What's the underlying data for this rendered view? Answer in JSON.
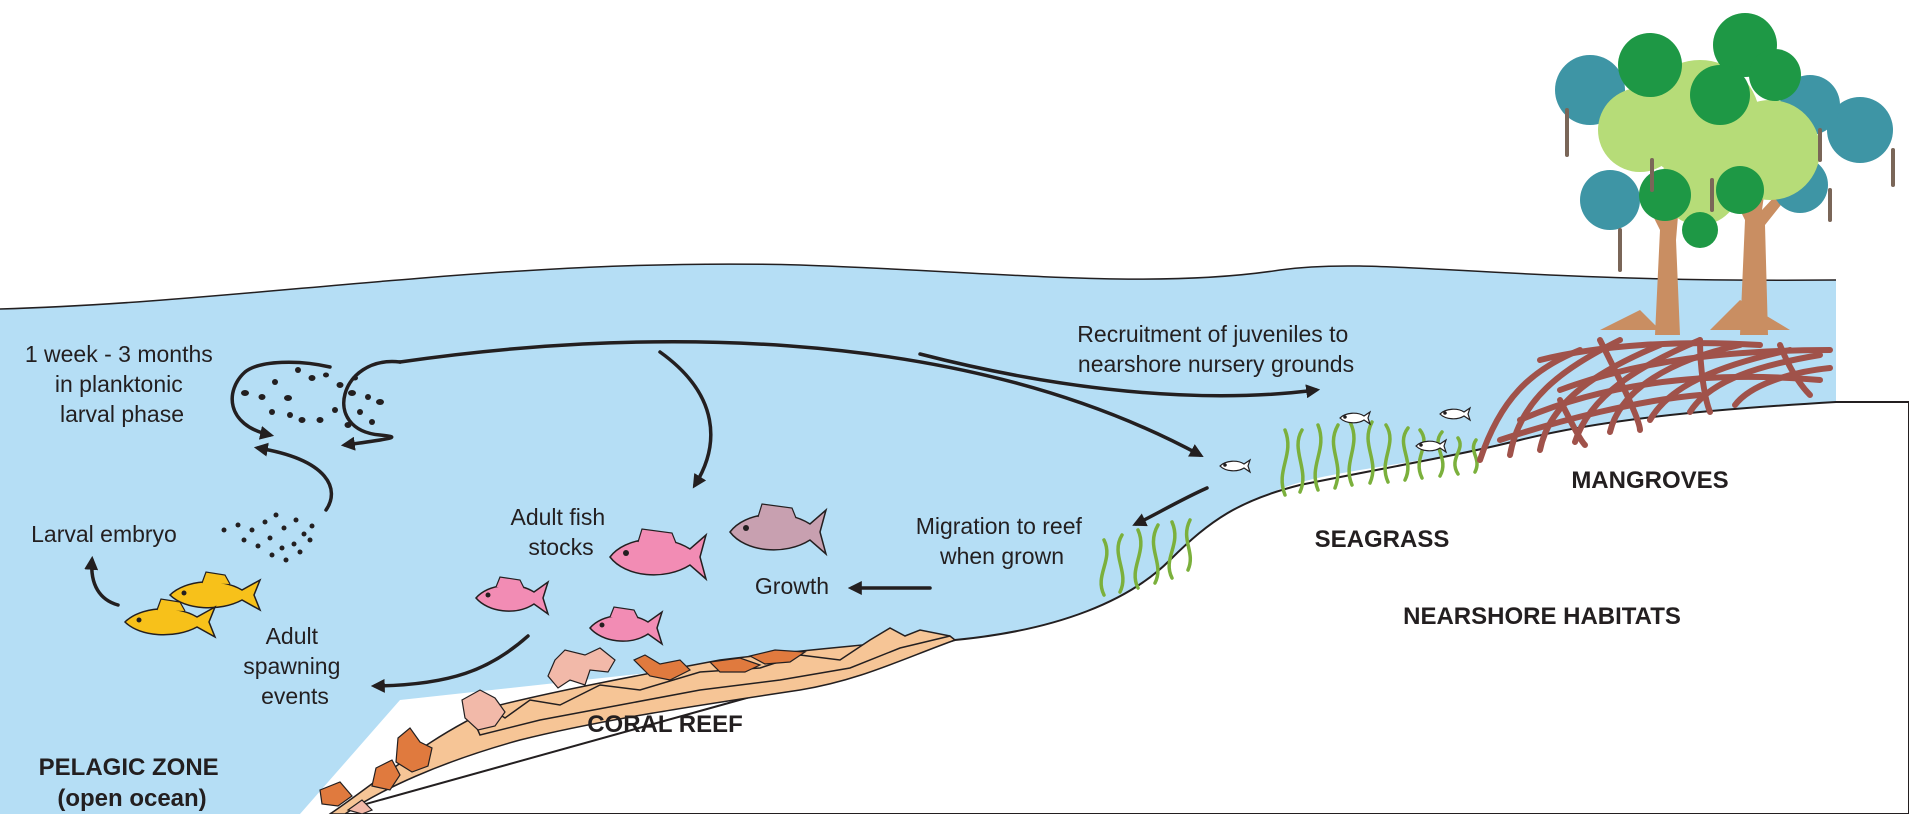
{
  "labels": {
    "larval_phase": [
      "1 week - 3 months",
      "in planktonic",
      "larval phase"
    ],
    "larval_embryo": "Larval embryo",
    "adult_spawning": [
      "Adult",
      "spawning",
      "events"
    ],
    "adult_fish_stocks": [
      "Adult fish",
      "stocks"
    ],
    "growth": "Growth",
    "migration": [
      "Migration to reef",
      "when grown"
    ],
    "recruitment": [
      "Recruitment of juveniles to",
      "nearshore nursery grounds"
    ]
  },
  "zones": {
    "pelagic": [
      "PELAGIC ZONE",
      "(open ocean)"
    ],
    "coral_reef": "CORAL REEF",
    "seagrass": "SEAGRASS",
    "mangroves": "MANGROVES",
    "nearshore": "NEARSHORE HABITATS"
  },
  "colors": {
    "water": "#b5def5",
    "sand": "#f6c596",
    "coral_orange": "#e07a3e",
    "coral_pink": "#f2b9a9",
    "seagrass": "#7bb03c",
    "root": "#a0524a",
    "trunk": "#c98e62",
    "canopy_light": "#b6dc78",
    "canopy_dark": "#1e9845",
    "canopy_teal": "#3e95a5",
    "fish_yellow": "#f7c11a",
    "fish_pink": "#f28cb4",
    "fish_mauve": "#c8a0b0"
  }
}
